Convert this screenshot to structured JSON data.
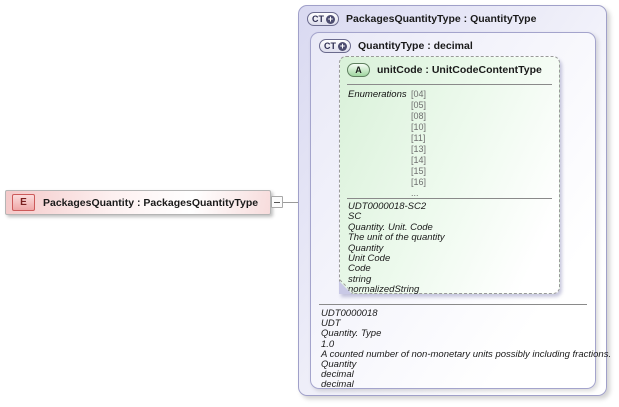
{
  "colors": {
    "type_box_border": "#a0a0c9",
    "type_box_fill": "#d9d9f1",
    "attribute_fill": "#d9f1d9",
    "attribute_border": "#9a9a9a",
    "element_fill": "#f4c9c9",
    "element_badge_border": "#cc5a5a",
    "separator": "#8a8a8a"
  },
  "icons": {
    "plus": "+",
    "collapse_dash": "-"
  },
  "element": {
    "badge": "E",
    "label": "PackagesQuantity : PackagesQuantityType"
  },
  "outer_type": {
    "badge": "CT",
    "label": "PackagesQuantityType : QuantityType"
  },
  "inner_type": {
    "badge": "CT",
    "label": "QuantityType : decimal",
    "annotation_lines": [
      "UDT0000018",
      "UDT",
      "Quantity. Type",
      "1.0",
      "A counted number of non-monetary units possibly including fractions.",
      "Quantity",
      "decimal",
      "decimal"
    ]
  },
  "attribute_box": {
    "badge": "A",
    "label": "unitCode : UnitCodeContentType",
    "enumerations_label": "Enumerations",
    "enumeration_values": [
      "[04]",
      "[05]",
      "[08]",
      "[10]",
      "[11]",
      "[13]",
      "[14]",
      "[15]",
      "[16]",
      "..."
    ],
    "annotation_lines": [
      "UDT0000018-SC2",
      "SC",
      "Quantity. Unit. Code",
      "The unit of the quantity",
      "Quantity",
      "Unit Code",
      "Code",
      "string",
      "normalizedString"
    ]
  }
}
